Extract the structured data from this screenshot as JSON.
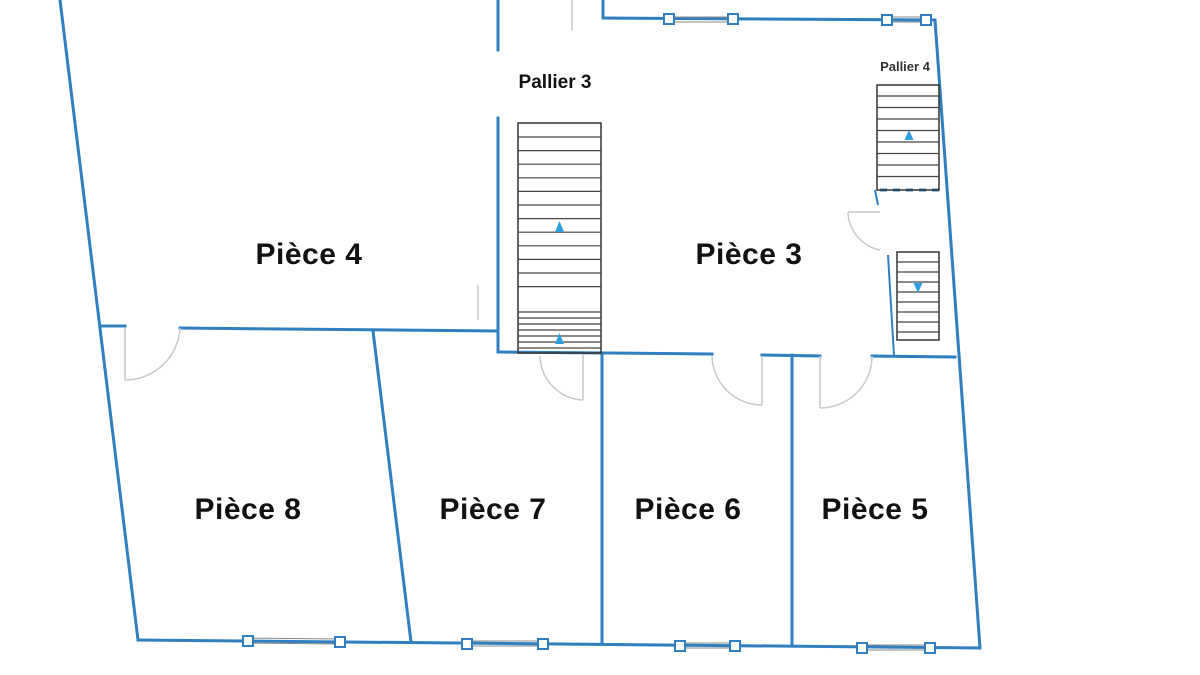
{
  "rooms": [
    {
      "id": "piece4",
      "label": "Pièce 4"
    },
    {
      "id": "piece3",
      "label": "Pièce 3"
    },
    {
      "id": "piece8",
      "label": "Pièce 8"
    },
    {
      "id": "piece7",
      "label": "Pièce 7"
    },
    {
      "id": "piece6",
      "label": "Pièce 6"
    },
    {
      "id": "piece5",
      "label": "Pièce 5"
    }
  ],
  "landings": [
    {
      "id": "pallier3",
      "label": "Pallier 3"
    },
    {
      "id": "pallier4",
      "label": "Pallier 4"
    }
  ],
  "colors": {
    "wall": "#2f7fc1",
    "arrow": "#2f9de0",
    "text": "#111111"
  },
  "icons": {
    "stairs": "staircase-icon",
    "arrow": "arrow-up-icon",
    "window": "window-icon",
    "door": "door-swing-icon"
  }
}
